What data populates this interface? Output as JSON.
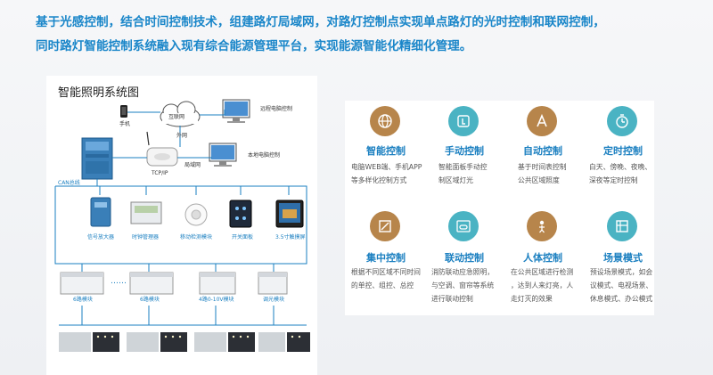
{
  "headline": {
    "line1": "基于光感控制，结合时间控制技术，组建路灯局域网，对路灯控制点实现单点路灯的光时控制和联网控制，",
    "line2": "同时路灯智能控制系统融入现有综合能源管理平台，实现能源智能化精细化管理。"
  },
  "diagram": {
    "title": "智能照明系统图",
    "labels": {
      "phone": "手机",
      "internet": "互联网",
      "remote_pc": "远程电脑控制",
      "extranet": "外网",
      "lan": "局域网",
      "local_pc": "本地电脑控制",
      "tcpip": "TCP/IP",
      "can_bus": "CAN总线"
    },
    "devices": [
      "信号放大器",
      "时钟管理器",
      "移动检测模块",
      "开关面板",
      "3.5寸触摸屏"
    ],
    "modules": [
      "6路模块",
      "6路模块",
      "4路0-10V模块",
      "调光模块"
    ],
    "dots": "……"
  },
  "features": [
    {
      "title": "智能控制",
      "desc": [
        "电脑WEB端、手机APP",
        "等多样化控制方式"
      ],
      "icon": "globe-icon",
      "color": "#b7854b"
    },
    {
      "title": "手动控制",
      "desc": [
        "智能面板手动控",
        "制区域灯光"
      ],
      "icon": "hand-touch-icon",
      "color": "#4ab3c3"
    },
    {
      "title": "自动控制",
      "desc": [
        "基于时间表控制",
        "公共区域照度"
      ],
      "icon": "auto-a-icon",
      "color": "#b7854b"
    },
    {
      "title": "定时控制",
      "desc": [
        "白天、傍晚、夜晚、",
        "深夜等定时控制"
      ],
      "icon": "timer-icon",
      "color": "#4ab3c3"
    },
    {
      "title": "集中控制",
      "desc": [
        "根据不同区域不同时间",
        "的单控、组控、总控"
      ],
      "icon": "central-control-icon",
      "color": "#b7854b"
    },
    {
      "title": "联动控制",
      "desc": [
        "消防联动应急照明，",
        "与空调、窗帘等系统",
        "进行联动控制"
      ],
      "icon": "link-icon",
      "color": "#4ab3c3"
    },
    {
      "title": "人体控制",
      "desc": [
        "在公共区域进行检测",
        "，达到人来灯亮，人",
        "走灯灭的效果"
      ],
      "icon": "person-sensor-icon",
      "color": "#b7854b"
    },
    {
      "title": "场景模式",
      "desc": [
        "预设场景模式，如会",
        "议模式、电视场景、",
        "休息模式、办公模式"
      ],
      "icon": "scene-mode-icon",
      "color": "#4ab3c3"
    }
  ]
}
